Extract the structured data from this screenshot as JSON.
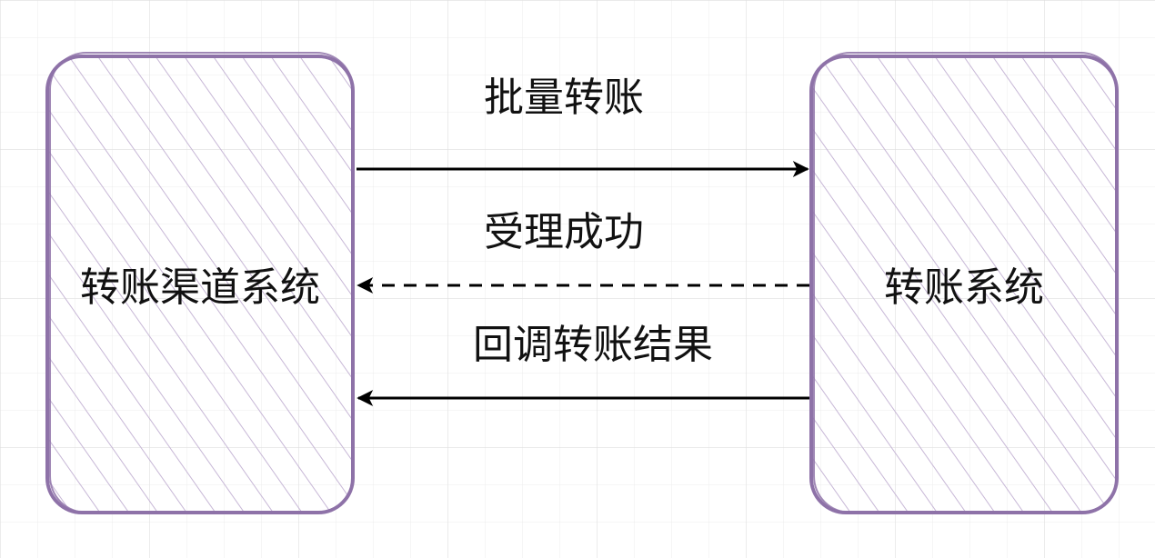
{
  "diagram": {
    "nodes": {
      "left": {
        "label": "转账渠道系统"
      },
      "right": {
        "label": "转账系统"
      }
    },
    "edges": {
      "batch_transfer": {
        "label": "批量转账",
        "style": "solid",
        "direction": "left-to-right"
      },
      "accepted": {
        "label": "受理成功",
        "style": "dashed",
        "direction": "right-to-left"
      },
      "callback_result": {
        "label": "回调转账结果",
        "style": "solid",
        "direction": "right-to-left"
      }
    }
  },
  "colors": {
    "grid": "#e6e6e6",
    "node_border": "#8e72a8",
    "node_hatch": "#c7b7d6",
    "edge": "#000000",
    "text": "#111111"
  }
}
